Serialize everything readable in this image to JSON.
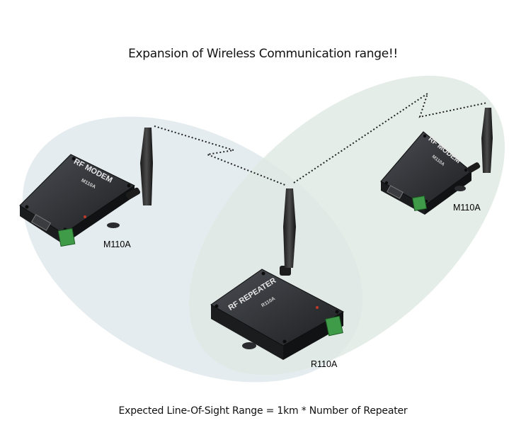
{
  "title": "Expansion of Wireless Communication range!!",
  "footer": "Expected Line-Of-Sight Range = 1km * Number of Repeater",
  "devices": {
    "modem_left": {
      "name": "RF MODEM",
      "model_plate": "M110A",
      "caption": "M110A"
    },
    "repeater": {
      "name": "RF REPEATER",
      "model_plate": "R110A",
      "caption": "R110A"
    },
    "modem_right": {
      "name": "RF MODEM",
      "model_plate": "M110A",
      "caption": "M110A"
    }
  },
  "colors": {
    "left_coverage": "#e4ebee",
    "right_coverage": "#e3ebe6",
    "device_body": "#2b2d30",
    "terminal_green": "#3f9b48",
    "link_line": "#222222"
  }
}
